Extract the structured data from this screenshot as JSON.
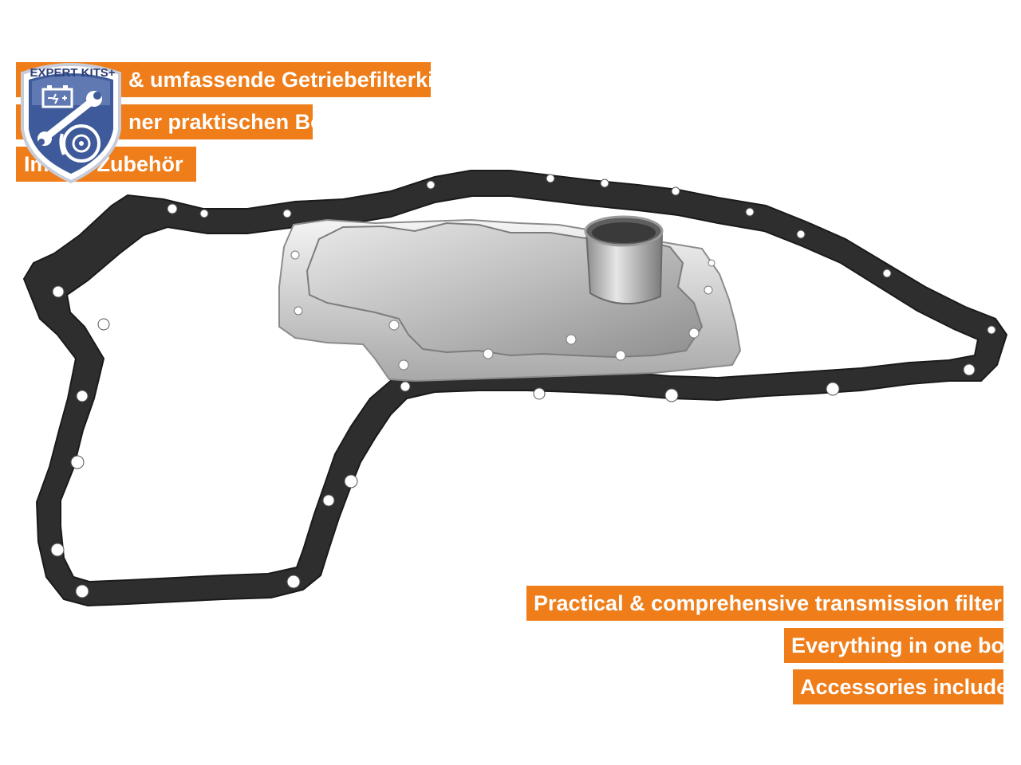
{
  "product": {
    "description": "Transmission oil filter kit: stamped metal strainer with round pick-up tube and black gasket"
  },
  "badge": {
    "text": "EXPERT KITS+",
    "icon_battery": "battery-icon",
    "icon_wrench": "wrench-icon",
    "icon_brake": "brake-disc-icon"
  },
  "banners_de": [
    "& umfassende Getriebefilterkits",
    "ner praktischen Box!",
    "Im     e Zubehör"
  ],
  "banners_en": [
    "Practical & comprehensive transmission filter kits",
    "Everything in one box!",
    "Accessories included"
  ],
  "colors": {
    "banner": "#ee7d1a",
    "gasket": "#2b2b2b",
    "filter": "#c9c9c9",
    "badge_shield": "#3e5a9a"
  }
}
